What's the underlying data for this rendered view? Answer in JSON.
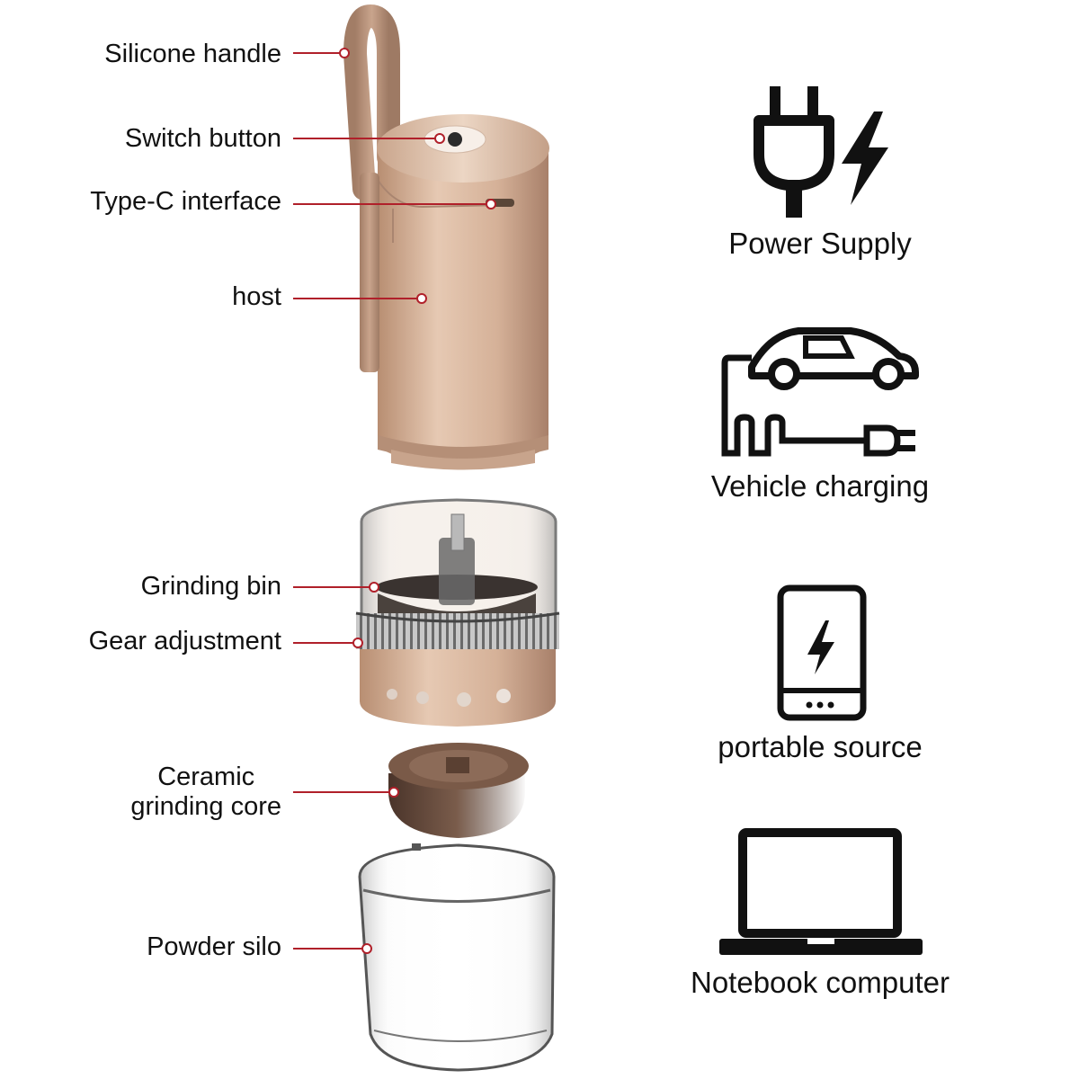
{
  "labels": {
    "silicone_handle": "Silicone handle",
    "switch_button": "Switch button",
    "type_c_interface": "Type-C interface",
    "host": "host",
    "grinding_bin": "Grinding bin",
    "gear_adjustment": "Gear adjustment",
    "ceramic_line1": "Ceramic",
    "ceramic_line2": "grinding core",
    "powder_silo": "Powder silo"
  },
  "power_options": {
    "power_supply": "Power Supply",
    "vehicle_charging": "Vehicle charging",
    "portable_source": "portable source",
    "notebook_computer": "Notebook computer"
  },
  "icons": [
    "plug-icon",
    "lightning-bolt-icon",
    "car-charging-icon",
    "power-bank-icon",
    "laptop-icon"
  ],
  "colors": {
    "leader_line": "#b0202a",
    "body_gold": "#cfa88c",
    "ceramic_core": "#5e4436",
    "icon": "#111111"
  }
}
